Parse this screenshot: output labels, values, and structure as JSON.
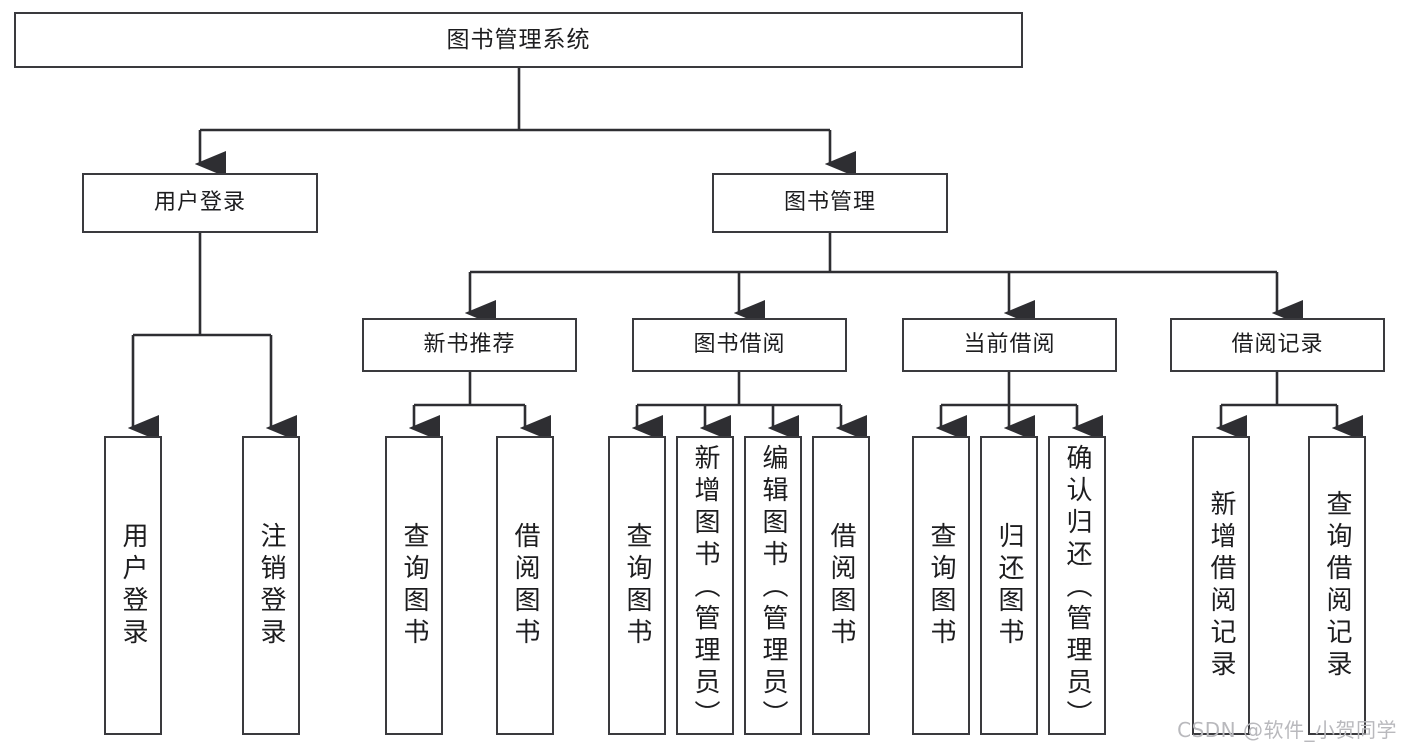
{
  "diagram": {
    "title": "图书管理系统",
    "type": "tree",
    "background_color": "#ffffff",
    "border_color": "#3a3a3e",
    "text_color": "#1d1d1f",
    "root": {
      "id": "root",
      "label": "图书管理系统"
    },
    "level2": [
      {
        "id": "user-login",
        "label": "用户登录"
      },
      {
        "id": "book-manage",
        "label": "图书管理"
      }
    ],
    "level3": [
      {
        "id": "new-book-recommend",
        "label": "新书推荐",
        "parent": "book-manage"
      },
      {
        "id": "book-borrow",
        "label": "图书借阅",
        "parent": "book-manage"
      },
      {
        "id": "current-borrow",
        "label": "当前借阅",
        "parent": "book-manage"
      },
      {
        "id": "borrow-record",
        "label": "借阅记录",
        "parent": "book-manage"
      }
    ],
    "leaves": {
      "user_login": [
        {
          "id": "leaf-user-login",
          "label": "用户登录"
        },
        {
          "id": "leaf-user-logout",
          "label": "注销登录"
        }
      ],
      "new_book_recommend": [
        {
          "id": "leaf-query-book-1",
          "label": "查询图书"
        },
        {
          "id": "leaf-borrow-book-1",
          "label": "借阅图书"
        }
      ],
      "book_borrow": [
        {
          "id": "leaf-query-book-2",
          "label": "查询图书"
        },
        {
          "id": "leaf-add-book",
          "label": "新增图书（管理员）"
        },
        {
          "id": "leaf-edit-book",
          "label": "编辑图书（管理员）"
        },
        {
          "id": "leaf-borrow-book-2",
          "label": "借阅图书"
        }
      ],
      "current_borrow": [
        {
          "id": "leaf-query-book-3",
          "label": "查询图书"
        },
        {
          "id": "leaf-return-book",
          "label": "归还图书"
        },
        {
          "id": "leaf-confirm-return",
          "label": "确认归还（管理员）"
        }
      ],
      "borrow_record": [
        {
          "id": "leaf-add-record",
          "label": "新增借阅记录"
        },
        {
          "id": "leaf-query-record",
          "label": "查询借阅记录"
        }
      ]
    }
  },
  "watermark": {
    "text": "CSDN @软件_小贺同学"
  }
}
